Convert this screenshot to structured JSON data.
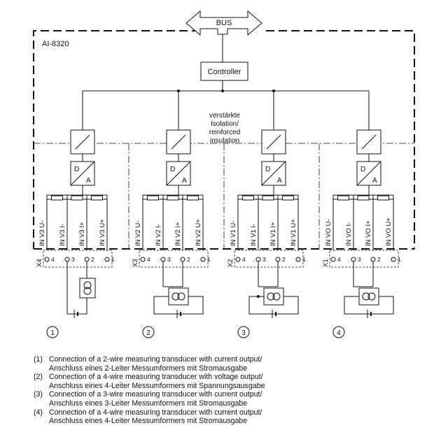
{
  "device_name": "AI-8320",
  "bus_label": "BUS",
  "controller_label": "Controller",
  "isolation_label": [
    "verstärkte",
    "Isolation/",
    "reinforced",
    "insulation"
  ],
  "converter_labels": {
    "digital": "D",
    "analog": "A"
  },
  "channels": [
    {
      "connector": "X4",
      "pins": [
        "IN V3 U-",
        "IN V3 I-",
        "IN V3 I+",
        "IN V3 U+"
      ],
      "pin_numbers": [
        "4",
        "3",
        "2",
        "1"
      ],
      "connection_number": "1"
    },
    {
      "connector": "X3",
      "pins": [
        "IN V2 U-",
        "IN V2 I-",
        "IN V2 I+",
        "IN V2 U+"
      ],
      "pin_numbers": [
        "4",
        "3",
        "2",
        "1"
      ],
      "connection_number": "2"
    },
    {
      "connector": "X2",
      "pins": [
        "IN V1 U-",
        "IN V1 I-",
        "IN V1 I+",
        "IN V1 U+"
      ],
      "pin_numbers": [
        "4",
        "3",
        "2",
        "1"
      ],
      "connection_number": "3"
    },
    {
      "connector": "X1",
      "pins": [
        "IN VO U-",
        "IN VO I-",
        "IN VO I+",
        "IN VO U+"
      ],
      "pin_numbers": [
        "4",
        "3",
        "2",
        "1"
      ],
      "connection_number": "4"
    }
  ],
  "legend": [
    {
      "number": "(1)",
      "lines": [
        "Connection of a 2-wire measuring transducer with current output/",
        "Anschluss eines 2-Leiter Messumformers mit Stromausgabe"
      ]
    },
    {
      "number": "(2)",
      "lines": [
        "Connection of a 4-wire measuring transducer with voltage output/",
        "Anschluss eines 4-Leiter Messumformers mit Spannungsausgabe"
      ]
    },
    {
      "number": "(3)",
      "lines": [
        "Connection of a 3-wire measuring transducer with current output/",
        "Anschluss eines 3-Leiter Messumformers mit Stromausgabe"
      ]
    },
    {
      "number": "(4)",
      "lines": [
        "Connection of a 4-wire measuring transducer with current output/",
        "Anschluss eines 4-Leiter Messumformers mit Stromausgabe"
      ]
    }
  ]
}
